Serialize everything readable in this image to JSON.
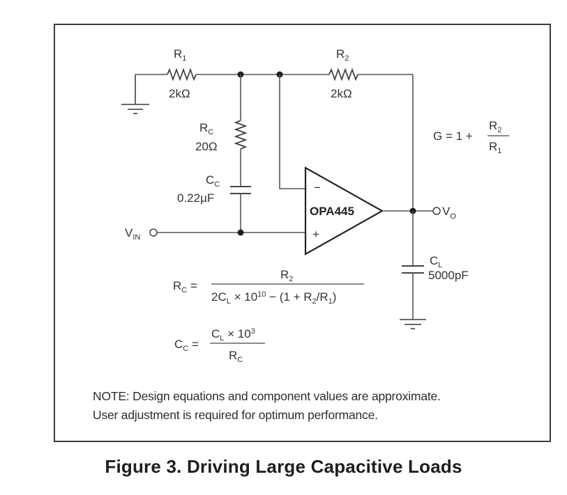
{
  "figure": {
    "caption": "Figure 3. Driving Large Capacitive Loads",
    "note_line1": "NOTE: Design equations and component values are approximate.",
    "note_line2": "User adjustment is required for optimum performance."
  },
  "components": {
    "r1": {
      "name": "R",
      "sub": "1",
      "value": "2kΩ"
    },
    "r2": {
      "name": "R",
      "sub": "2",
      "value": "2kΩ"
    },
    "rc": {
      "name": "R",
      "sub": "C",
      "value": "20Ω"
    },
    "cc": {
      "name": "C",
      "sub": "C",
      "value": "0.22µF"
    },
    "cl": {
      "name": "C",
      "sub": "L",
      "value": "5000pF"
    },
    "opamp": {
      "label": "OPA445",
      "inv": "−",
      "noninv": "+"
    },
    "vin": {
      "name": "V",
      "sub": "IN"
    },
    "vo": {
      "name": "V",
      "sub": "O"
    }
  },
  "equations": {
    "gain": {
      "lhs": "G = 1 + ",
      "num": "R",
      "num_sub": "2",
      "den": "R",
      "den_sub": "1"
    },
    "rc": {
      "lhs": "R",
      "lhs_sub": "C",
      "eq": " =",
      "num": "R",
      "num_sub": "2",
      "den_a": "2C",
      "den_a_sub": "L",
      "den_b": " × 10",
      "den_b_sup": "10",
      "den_c": " − (1 + R",
      "den_c_sub": "2",
      "den_d": "/R",
      "den_d_sub": "1",
      "den_e": ")"
    },
    "cc": {
      "lhs": "C",
      "lhs_sub": "C",
      "eq": " =",
      "num": "C",
      "num_sub": "L",
      "num_b": " × 10",
      "num_b_sup": "3",
      "den": "R",
      "den_sub": "C"
    }
  }
}
